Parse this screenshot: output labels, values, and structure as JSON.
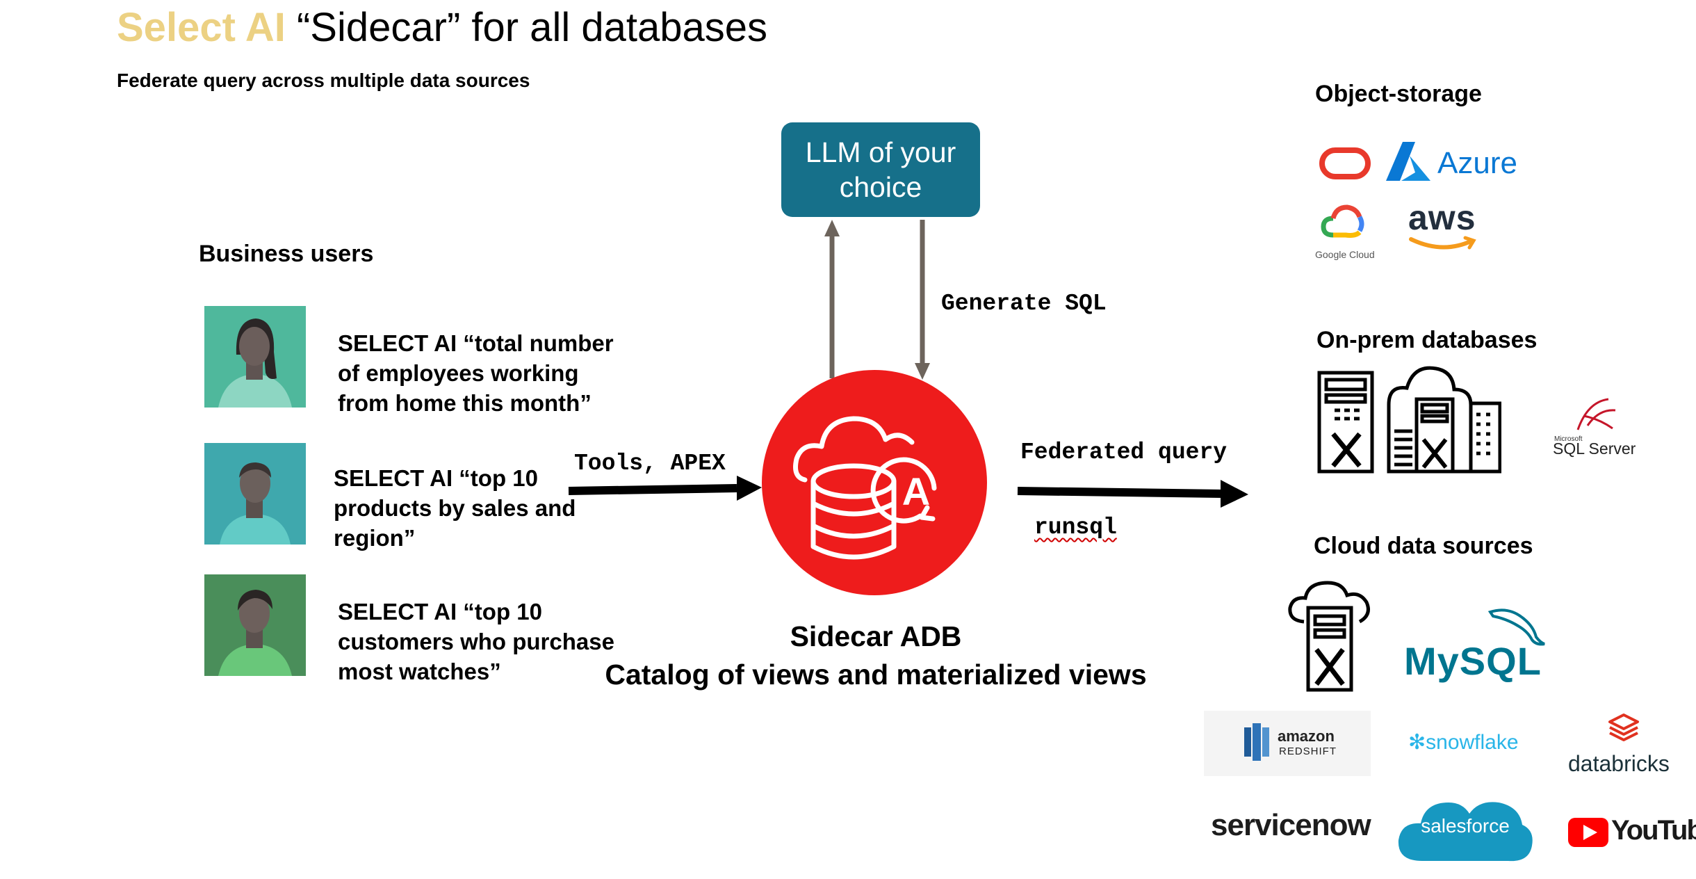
{
  "header": {
    "title_accent": "Select AI",
    "title_rest": "“Sidecar” for all databases",
    "subtitle": "Federate query across multiple data sources"
  },
  "business": {
    "heading": "Business users",
    "queries": [
      "SELECT AI “total number\nof employees working\nfrom home this month”",
      "SELECT AI “top 10\nproducts by sales and\nregion”",
      "SELECT AI “top 10\ncustomers who purchase\nmost watches”"
    ]
  },
  "flow": {
    "left_arrow_label": "Tools, APEX",
    "generate_label": "Generate SQL",
    "federated_label": "Federated query",
    "runsql_label": "runsql"
  },
  "llm": {
    "label": "LLM of your\nchoice"
  },
  "center": {
    "caption_line1": "Sidecar ADB",
    "caption_line2": "Catalog of views and materialized views"
  },
  "sources": {
    "object_storage": {
      "heading": "Object-storage",
      "logos": {
        "azure": "Azure",
        "google_cloud": "Google Cloud",
        "aws": "aws"
      }
    },
    "onprem": {
      "heading": "On-prem databases",
      "sqlserver_small": "Microsoft",
      "sqlserver": "SQL Server"
    },
    "cloud": {
      "heading": "Cloud data sources",
      "mysql": "MySQL",
      "amazon": "amazon",
      "redshift": "REDSHIFT",
      "snowflake": "snowflake",
      "databricks": "databricks",
      "servicenow": "servicenow",
      "salesforce": "salesforce",
      "youtube": "YouTube"
    }
  },
  "colors": {
    "accent": "#ecd183",
    "llm_box": "#16708a",
    "adb_red": "#ee1c1c",
    "azure": "#0a78d4",
    "aws_orange": "#f59b1c",
    "mysql_blue": "#00758f",
    "mysql_orange": "#f29111",
    "snowflake": "#29b5e8",
    "databricks": "#e0311f",
    "salesforce": "#1798c1",
    "youtube": "#ff0000"
  }
}
